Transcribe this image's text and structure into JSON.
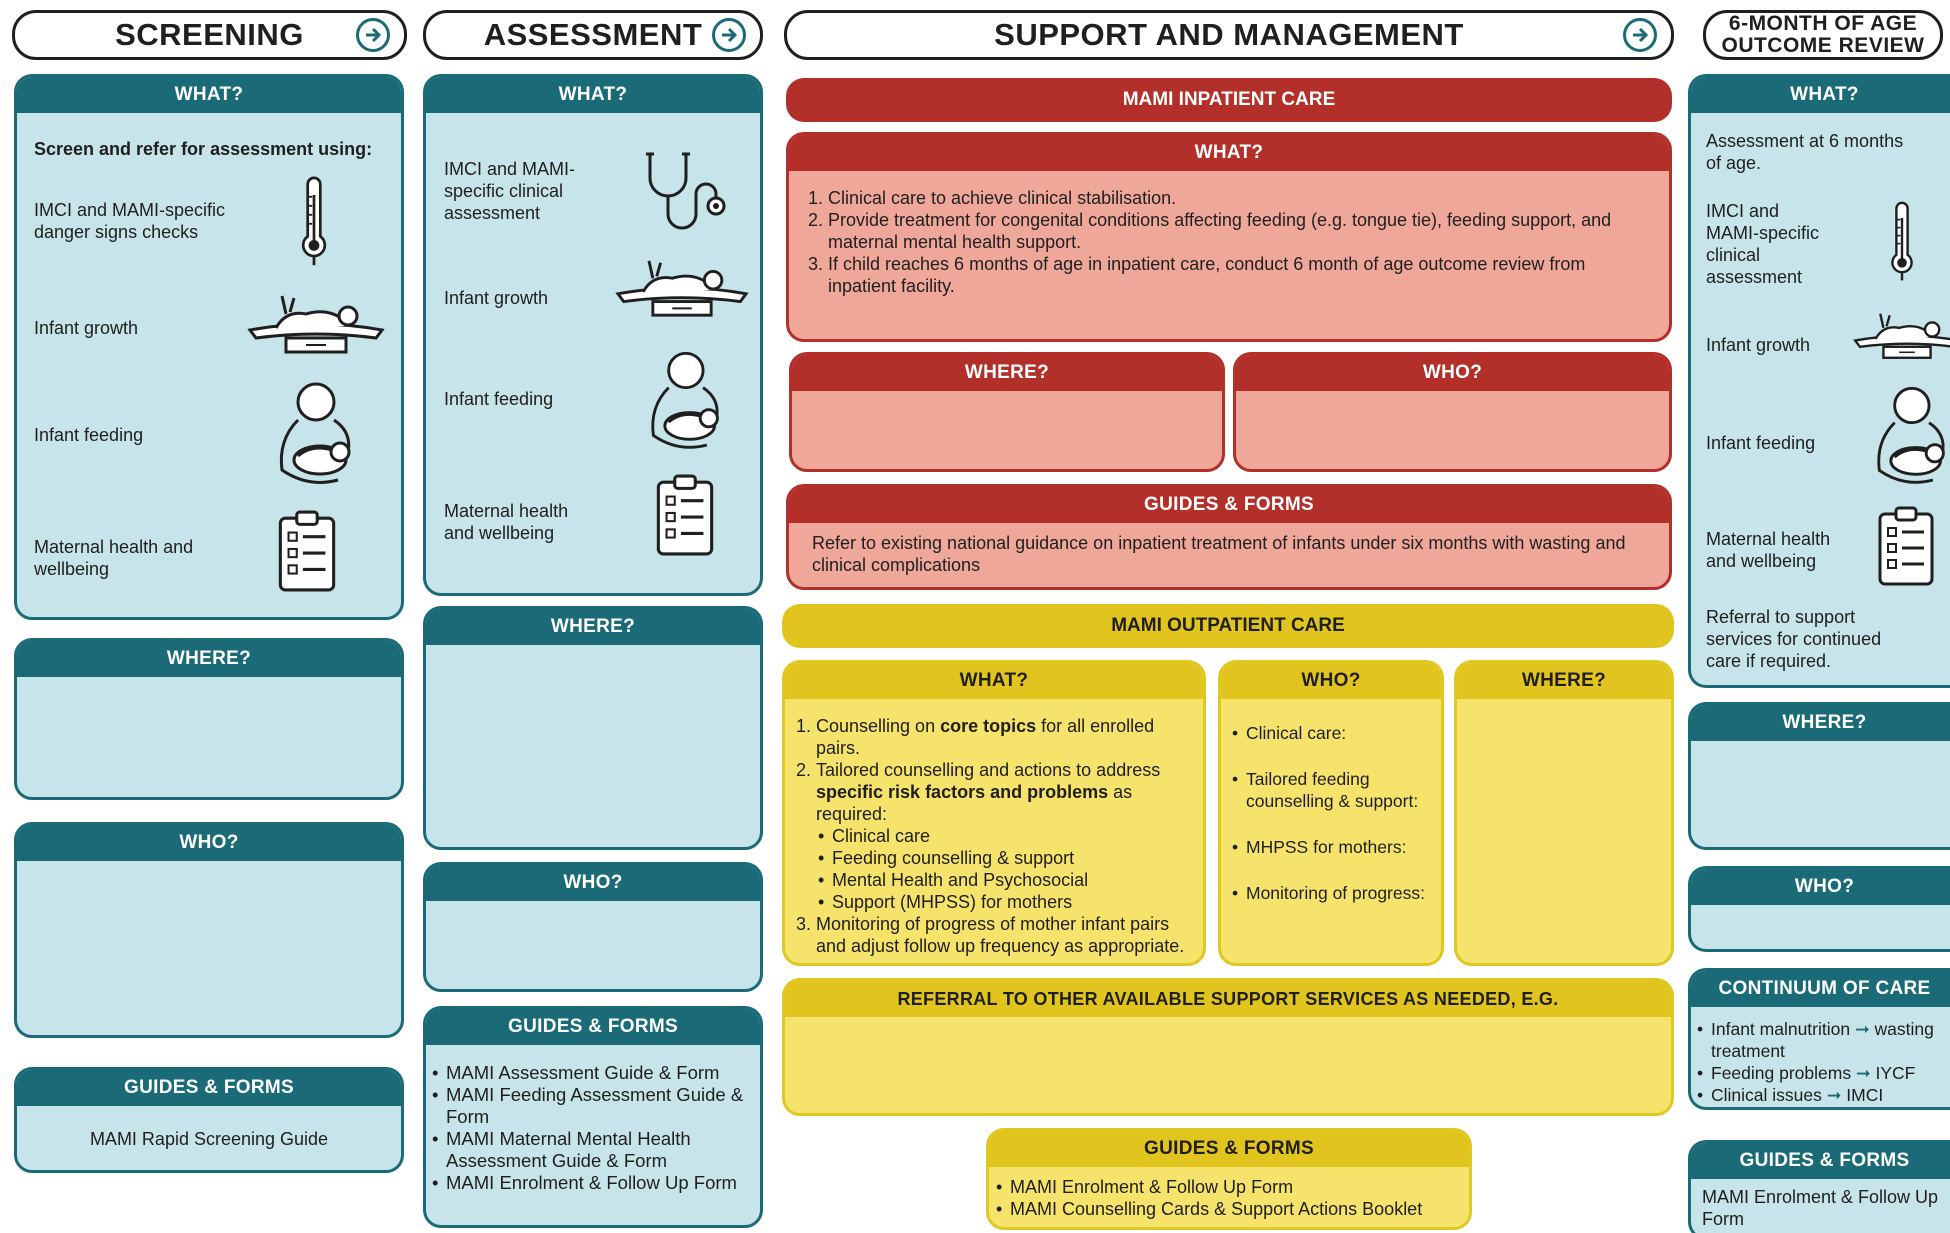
{
  "stages": {
    "screening": "SCREENING",
    "assessment": "ASSESSMENT",
    "support": "SUPPORT AND MANAGEMENT",
    "outcome_line1": "6-MONTH OF AGE",
    "outcome_line2": "OUTCOME REVIEW"
  },
  "labels": {
    "what": "WHAT?",
    "where": "WHERE?",
    "who": "WHO?",
    "guides": "GUIDES & FORMS",
    "guides_red": "GUIDES  & FORMS",
    "continuum": "CONTINUUM OF CARE"
  },
  "screening": {
    "intro": "Screen and refer for assessment using:",
    "items": [
      "IMCI and MAMI-specific danger signs checks",
      "Infant growth",
      "Infant feeding",
      "Maternal health and wellbeing"
    ],
    "guide": "MAMI Rapid Screening Guide"
  },
  "assessment": {
    "items": [
      "IMCI and MAMI-specific clinical assessment",
      "Infant growth",
      "Infant feeding",
      "Maternal health and wellbeing"
    ],
    "guides": [
      "MAMI Assessment Guide & Form",
      "MAMI Feeding Assessment Guide & Form",
      "MAMI Maternal Mental Health Assessment Guide & Form",
      "MAMI Enrolment & Follow Up Form"
    ]
  },
  "inpatient": {
    "title": "MAMI INPATIENT CARE",
    "what": [
      "Clinical care to achieve clinical stabilisation.",
      "Provide treatment for congenital conditions affecting feeding (e.g. tongue tie), feeding support, and maternal mental health support.",
      "If child reaches 6 months of age in inpatient care, conduct 6 month of age outcome review from inpatient facility."
    ],
    "guide": "Refer to existing national guidance on inpatient treatment of infants under six months with wasting and clinical complications"
  },
  "outpatient": {
    "title": "MAMI OUTPATIENT CARE",
    "what1_a": "Counselling on ",
    "what1_b": "core topics",
    "what1_c": " for all enrolled pairs.",
    "what2_a": "Tailored counselling and actions to address ",
    "what2_b": "specific risk factors and problems",
    "what2_c": " as required:",
    "what2_sub": [
      "Clinical care",
      "Feeding counselling & support",
      "Mental Health and Psychosocial",
      "Support (MHPSS) for mothers"
    ],
    "what3": "Monitoring of progress of mother infant pairs and adjust follow up frequency as appropriate.",
    "who": [
      "Clinical care:",
      "Tailored feeding counselling  & support:",
      "MHPSS for mothers:",
      "Monitoring of progress:"
    ],
    "referral": "REFERRAL TO OTHER AVAILABLE SUPPORT SERVICES AS NEEDED, E.G.",
    "guides": [
      "MAMI Enrolment & Follow Up Form",
      "MAMI Counselling Cards & Support Actions Booklet"
    ]
  },
  "outcome": {
    "intro": "Assessment at 6 months of age.",
    "items": [
      "IMCI and MAMI-specific clinical assessment",
      "Infant growth",
      "Infant feeding",
      "Maternal health and wellbeing"
    ],
    "referral": "Referral to support services for continued care if required.",
    "continuum": [
      {
        "a": "Infant malnutrition",
        "b": "wasting treatment"
      },
      {
        "a": "Feeding problems",
        "b": "IYCF"
      },
      {
        "a": "Clinical issues",
        "b": "IMCI"
      }
    ],
    "guide": "MAMI Enrolment & Follow Up Form"
  },
  "colors": {
    "teal": "#1a6b77",
    "teal_light": "#c6e4ea",
    "red": "#b3302a",
    "red_light": "#efa79a",
    "yellow": "#e2c41e",
    "yellow_light": "#f6e36b"
  },
  "icons": [
    "thermometer-icon",
    "baby-scale-icon",
    "breastfeeding-icon",
    "clipboard-icon",
    "stethoscope-icon",
    "arrow-right-icon"
  ]
}
